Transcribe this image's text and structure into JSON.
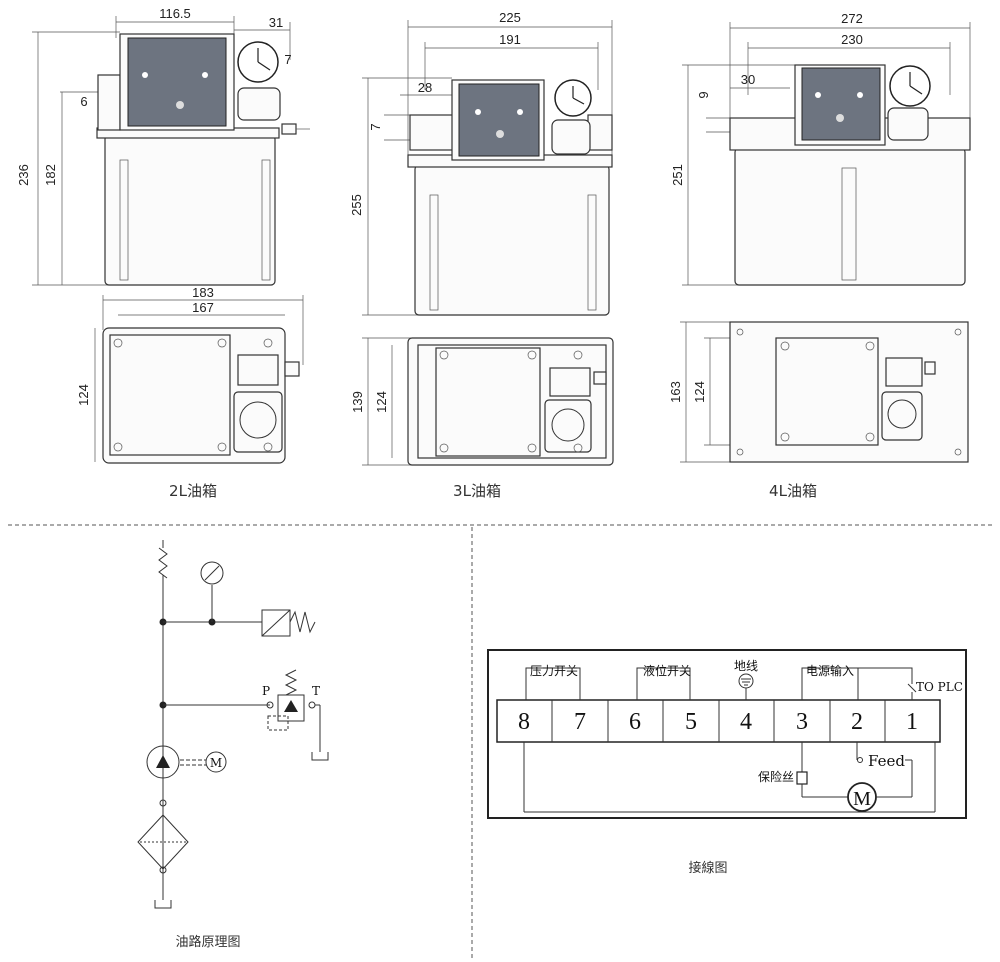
{
  "drawings": [
    {
      "caption": "2L油箱",
      "dims": {
        "top1": "116.5",
        "top2": "31",
        "side_small": "7",
        "left_small": "6",
        "height_total": "236",
        "height_body": "182",
        "bottom_w1": "183",
        "bottom_w2": "167",
        "depth": "124"
      }
    },
    {
      "caption": "3L油箱",
      "dims": {
        "top1": "225",
        "top2": "191",
        "offset": "28",
        "side_small": "7",
        "height_total": "255",
        "depth_total": "139",
        "depth": "124"
      }
    },
    {
      "caption": "4L油箱",
      "dims": {
        "top1": "272",
        "top2": "230",
        "offset": "30",
        "side_small": "9",
        "height_total": "251",
        "depth_total": "163",
        "depth": "124"
      }
    }
  ],
  "hydraulic": {
    "caption": "油路原理图",
    "port_p": "P",
    "port_t": "T",
    "motor": "M"
  },
  "wiring": {
    "caption": "接線图",
    "terminals": [
      "8",
      "7",
      "6",
      "5",
      "4",
      "3",
      "2",
      "1"
    ],
    "label_pressure": "压力开关",
    "label_level": "液位开关",
    "label_ground": "地线",
    "label_power": "电源输入",
    "label_plc": "TO PLC",
    "label_feed": "Feed",
    "label_fuse": "保险丝",
    "motor": "M"
  }
}
